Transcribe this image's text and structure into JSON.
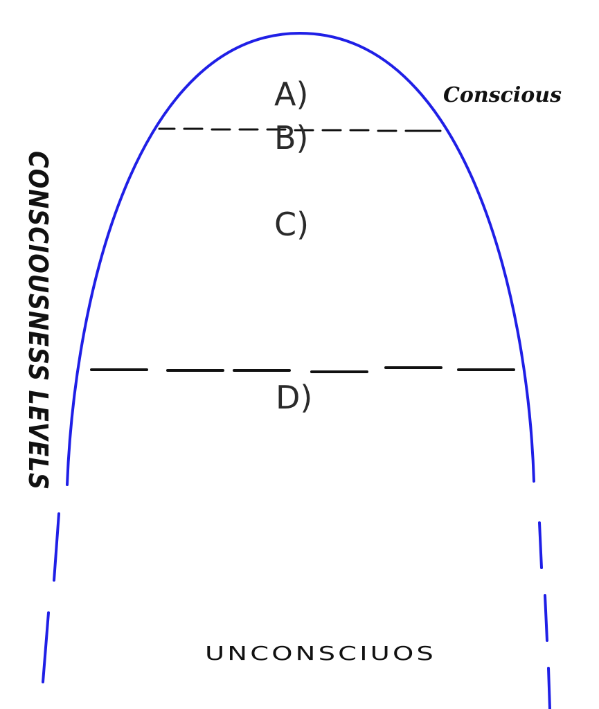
{
  "labels": {
    "conscious": "Conscious",
    "side": "CONSCIOUSNESS LEVELS",
    "bottom": "UNCONSCIUOS",
    "zone_a": "A)",
    "zone_b": "B)",
    "zone_c": "C)",
    "zone_d": "D)"
  },
  "colors": {
    "curve": "#1f1fe6",
    "divider": "#111111",
    "text": "#111111"
  }
}
